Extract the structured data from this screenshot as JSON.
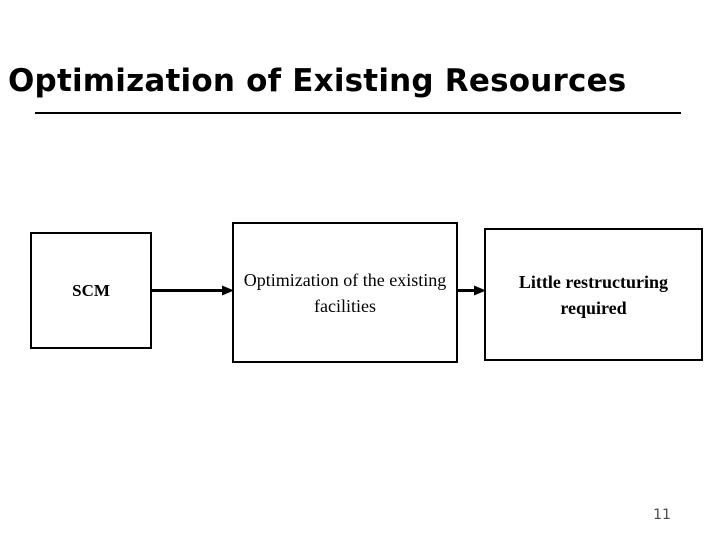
{
  "slide": {
    "title": "Optimization of Existing Resources",
    "page_number": "11",
    "background_color": "#ffffff",
    "line_color": "#000000",
    "page_number_color": "#4a4a4a"
  },
  "diagram": {
    "type": "flow",
    "nodes": [
      {
        "id": "scm",
        "label": "SCM"
      },
      {
        "id": "optimization",
        "label": "Optimization of the existing facilities"
      },
      {
        "id": "restructuring",
        "label": "Little restructuring required"
      }
    ],
    "edges": [
      {
        "from": "scm",
        "to": "optimization",
        "style": "solid-arrow"
      },
      {
        "from": "optimization",
        "to": "restructuring",
        "style": "solid-arrow"
      }
    ]
  }
}
